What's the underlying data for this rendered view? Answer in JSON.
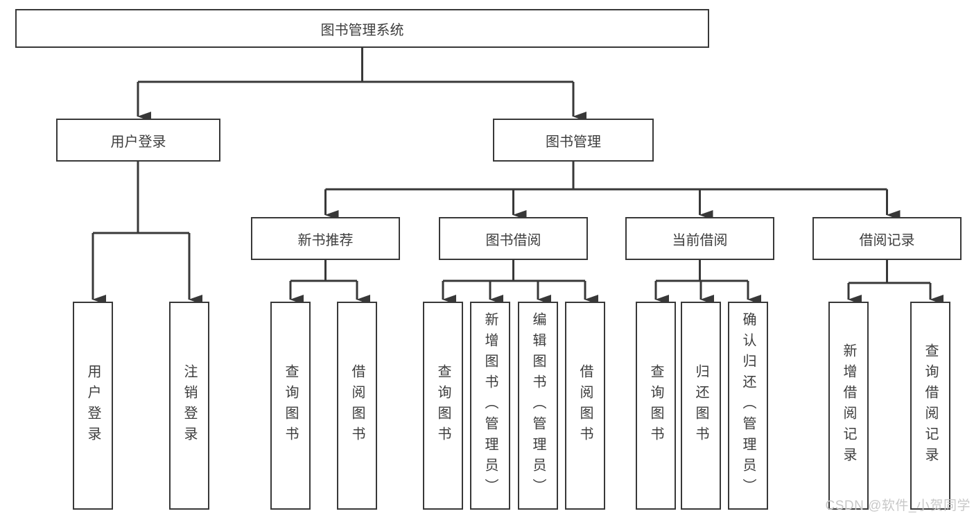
{
  "diagram_title": "图书管理系统",
  "nodes": {
    "root": "图书管理系统",
    "l2_user_login": "用户登录",
    "l2_book_mgmt": "图书管理",
    "l3_new_books": "新书推荐",
    "l3_book_borrow": "图书借阅",
    "l3_current_borrow": "当前借阅",
    "l3_borrow_records": "借阅记录",
    "leaf_user_login": "用户登录",
    "leaf_logout": "注销登录",
    "leaf_nb_query": "查询图书",
    "leaf_nb_borrow": "借阅图书",
    "leaf_bb_query": "查询图书",
    "leaf_bb_add": "新增图书（管理员）",
    "leaf_bb_edit": "编辑图书（管理员）",
    "leaf_bb_borrow": "借阅图书",
    "leaf_cb_query": "查询图书",
    "leaf_cb_return": "归还图书",
    "leaf_cb_confirm": "确认归还（管理员）",
    "leaf_br_add": "新增借阅记录",
    "leaf_br_query": "查询借阅记录"
  },
  "tree": {
    "图书管理系统": {
      "用户登录": [
        "用户登录",
        "注销登录"
      ],
      "图书管理": {
        "新书推荐": [
          "查询图书",
          "借阅图书"
        ],
        "图书借阅": [
          "查询图书",
          "新增图书（管理员）",
          "编辑图书（管理员）",
          "借阅图书"
        ],
        "当前借阅": [
          "查询图书",
          "归还图书",
          "确认归还（管理员）"
        ],
        "借阅记录": [
          "新增借阅记录",
          "查询借阅记录"
        ]
      }
    }
  },
  "watermark": "CSDN @软件_小贺同学",
  "colors": {
    "line": "#383838",
    "text": "#3d3d3d",
    "watermark": "#c8c8c8",
    "background": "#ffffff"
  }
}
